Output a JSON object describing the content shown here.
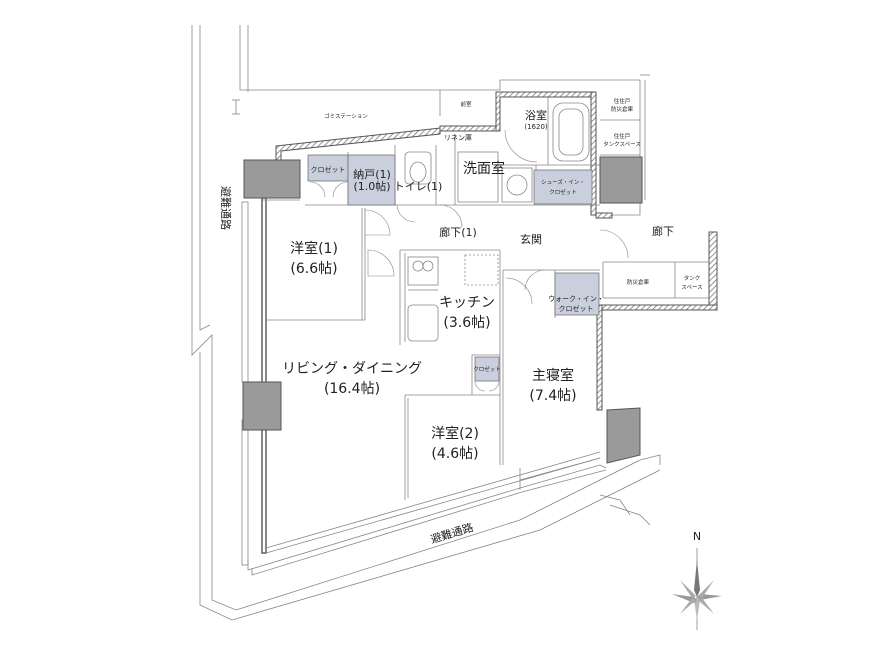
{
  "rooms": {
    "western1": {
      "name": "洋室(1)",
      "size": "(6.6帖)"
    },
    "western2": {
      "name": "洋室(2)",
      "size": "(4.6帖)"
    },
    "master": {
      "name": "主寝室",
      "size": "(7.4帖)"
    },
    "kitchen": {
      "name": "キッチン",
      "size": "(3.6帖)"
    },
    "living": {
      "name": "リビング・ダイニング",
      "size": "(16.4帖)"
    },
    "bath": {
      "name": "浴室",
      "size": "(1620)"
    },
    "storage": {
      "name": "納戸(1)",
      "size": "(1.0帖)"
    },
    "toilet": {
      "name": "トイレ(1)"
    },
    "washroom": {
      "name": "洗面室"
    },
    "corridor1": {
      "name": "廊下(1)"
    },
    "entrance": {
      "name": "玄関"
    },
    "corridor2": {
      "name": "廊下"
    }
  },
  "small_labels": {
    "closet_a": "クロゼット",
    "closet_b": "クロゼット",
    "linen": "リネン庫",
    "shoes_in": "シューズ・イン・",
    "shoes_closet": "クロゼット",
    "walkin": "ウォーク・イン・",
    "walkin_closet": "クロゼット",
    "front_room": "前室",
    "garbage": "ゴミステーション",
    "fire_shelf": "防災倉庫",
    "tank": "タンク",
    "tank_space": "スペース",
    "user_door": "住住戸",
    "disaster_store": "防災倉庫",
    "user_door2": "住住戸",
    "tank_space2": "タンクスペース"
  },
  "evac_left": "避難通路",
  "evac_bottom": "避難通路",
  "compass": "N"
}
